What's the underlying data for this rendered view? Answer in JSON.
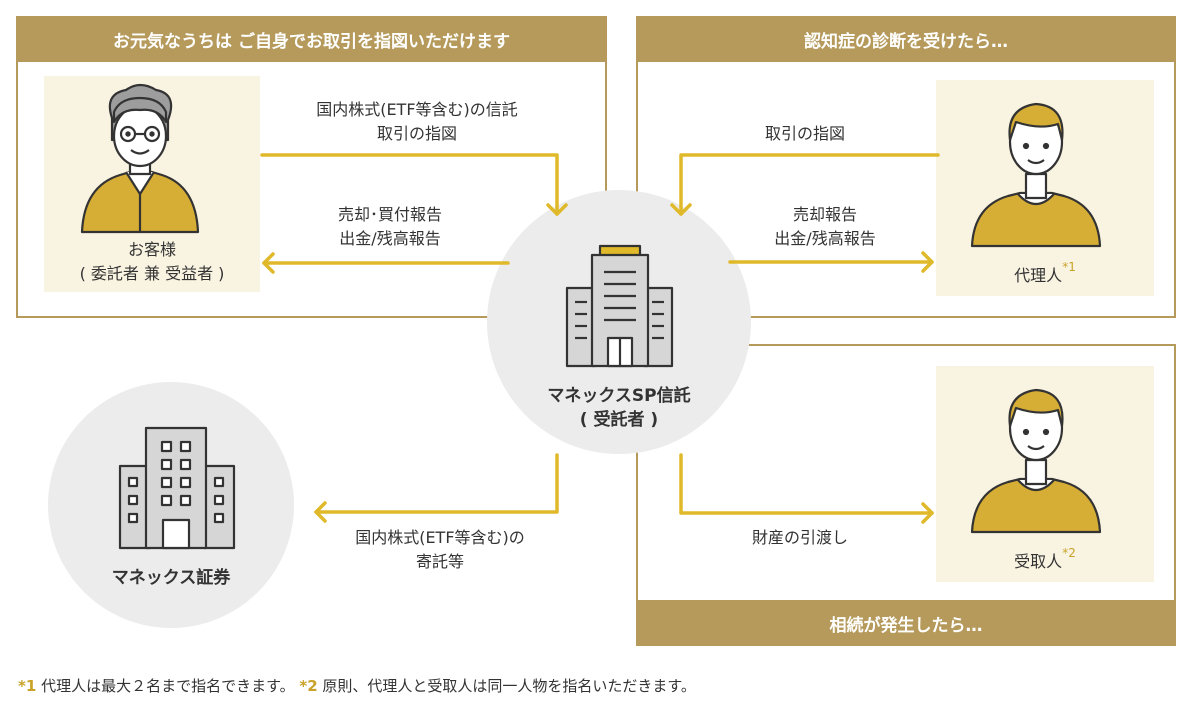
{
  "panels": {
    "customer_header": "お元気なうちは ご自身でお取引を指図いただけます",
    "dementia_header": "認知症の診断を受けたら…",
    "inheritance_footer": "相続が発生したら…"
  },
  "customer": {
    "name_line1": "お客様",
    "name_line2": "( 委託者 兼 受益者 )"
  },
  "agent": {
    "name": "代理人",
    "mark": "*1"
  },
  "recipient": {
    "name": "受取人",
    "mark": "*2"
  },
  "trust": {
    "line1": "マネックスSP信託",
    "line2": "( 受託者 )"
  },
  "securities": {
    "name": "マネックス証券"
  },
  "flows": {
    "instruction_line1": "国内株式(ETF等含む)の信託",
    "instruction_line2": "取引の指図",
    "report_line1": "売却･買付報告",
    "report_line2": "出金/残高報告",
    "agent_instruction": "取引の指図",
    "agent_report_line1": "売却報告",
    "agent_report_line2": "出金/残高報告",
    "custody_line1": "国内株式(ETF等含む)の",
    "custody_line2": "寄託等",
    "transfer": "財産の引渡し"
  },
  "footnotes": {
    "mark1": "*1",
    "text1": "代理人は最大２名まで指名できます。",
    "mark2": "*2",
    "text2": "原則、代理人と受取人は同一人物を指名いただきます。"
  },
  "colors": {
    "gold_border": "#b59a5c",
    "arrow": "#e0b92a",
    "card_bg": "#f9f3e1",
    "circle_bg": "#ececec"
  }
}
